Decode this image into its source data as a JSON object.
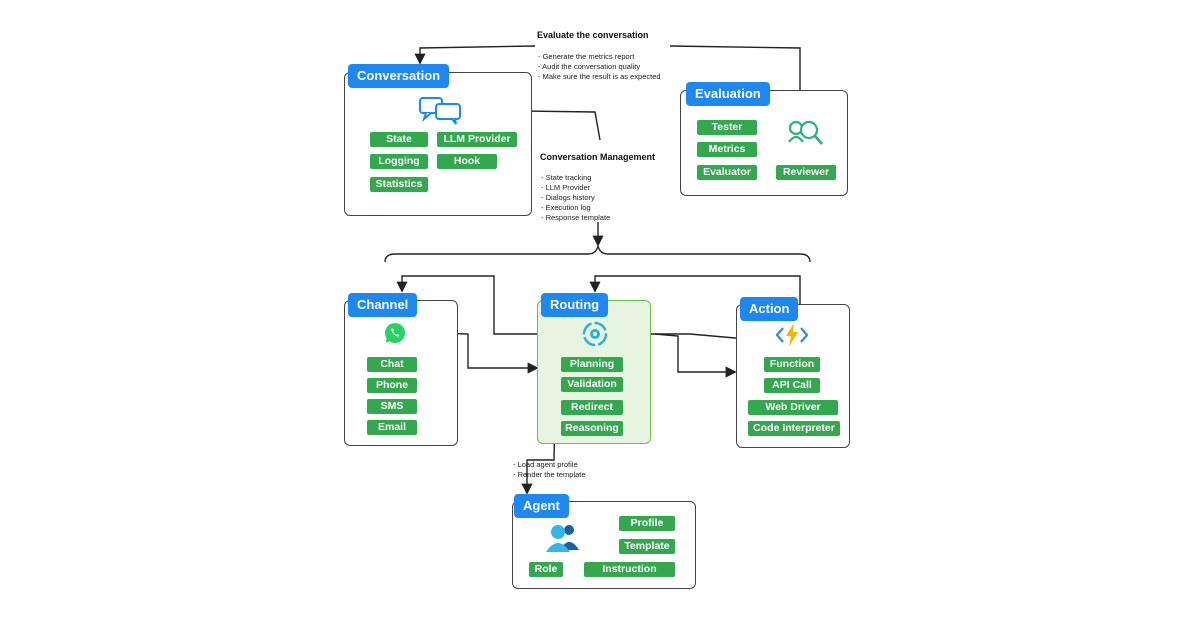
{
  "colors": {
    "title_bg": "#1e88f0",
    "pill_bg": "#33a84e",
    "routing_bg": "#e7f4e2",
    "routing_border": "#6cc04a",
    "line": "#222222"
  },
  "notes": {
    "evaluate": {
      "title": "Evaluate the conversation",
      "items": [
        "- Generate the metrics report",
        "- Audit the conversation quality",
        "- Make sure the result is as expected"
      ]
    },
    "management": {
      "title": "Conversation Management",
      "items": [
        "- State tracking",
        "- LLM Provider",
        "- Dialogs history",
        "- Execution log",
        "- Response template"
      ]
    },
    "agent_load": {
      "items": [
        "- Load agent profile",
        "- Render the template"
      ]
    }
  },
  "conversation": {
    "title": "Conversation",
    "icon": "chat-bubbles-icon",
    "pills": [
      "State",
      "LLM Provider",
      "Logging",
      "Hook",
      "Statistics"
    ]
  },
  "evaluation": {
    "title": "Evaluation",
    "icon": "reviewer-search-icon",
    "pills": [
      "Tester",
      "Metrics",
      "Evaluator",
      "Reviewer"
    ]
  },
  "channel": {
    "title": "Channel",
    "icon": "whatsapp-icon",
    "pills": [
      "Chat",
      "Phone",
      "SMS",
      "Email"
    ]
  },
  "routing": {
    "title": "Routing",
    "icon": "router-hub-icon",
    "pills": [
      "Planning",
      "Validation",
      "Redirect",
      "Reasoning"
    ]
  },
  "action": {
    "title": "Action",
    "icon": "function-bolt-icon",
    "pills": [
      "Function",
      "API Call",
      "Web Driver",
      "Code Interpreter"
    ]
  },
  "agent": {
    "title": "Agent",
    "icon": "users-icon",
    "pills": [
      "Profile",
      "Template",
      "Role",
      "Instruction"
    ]
  }
}
